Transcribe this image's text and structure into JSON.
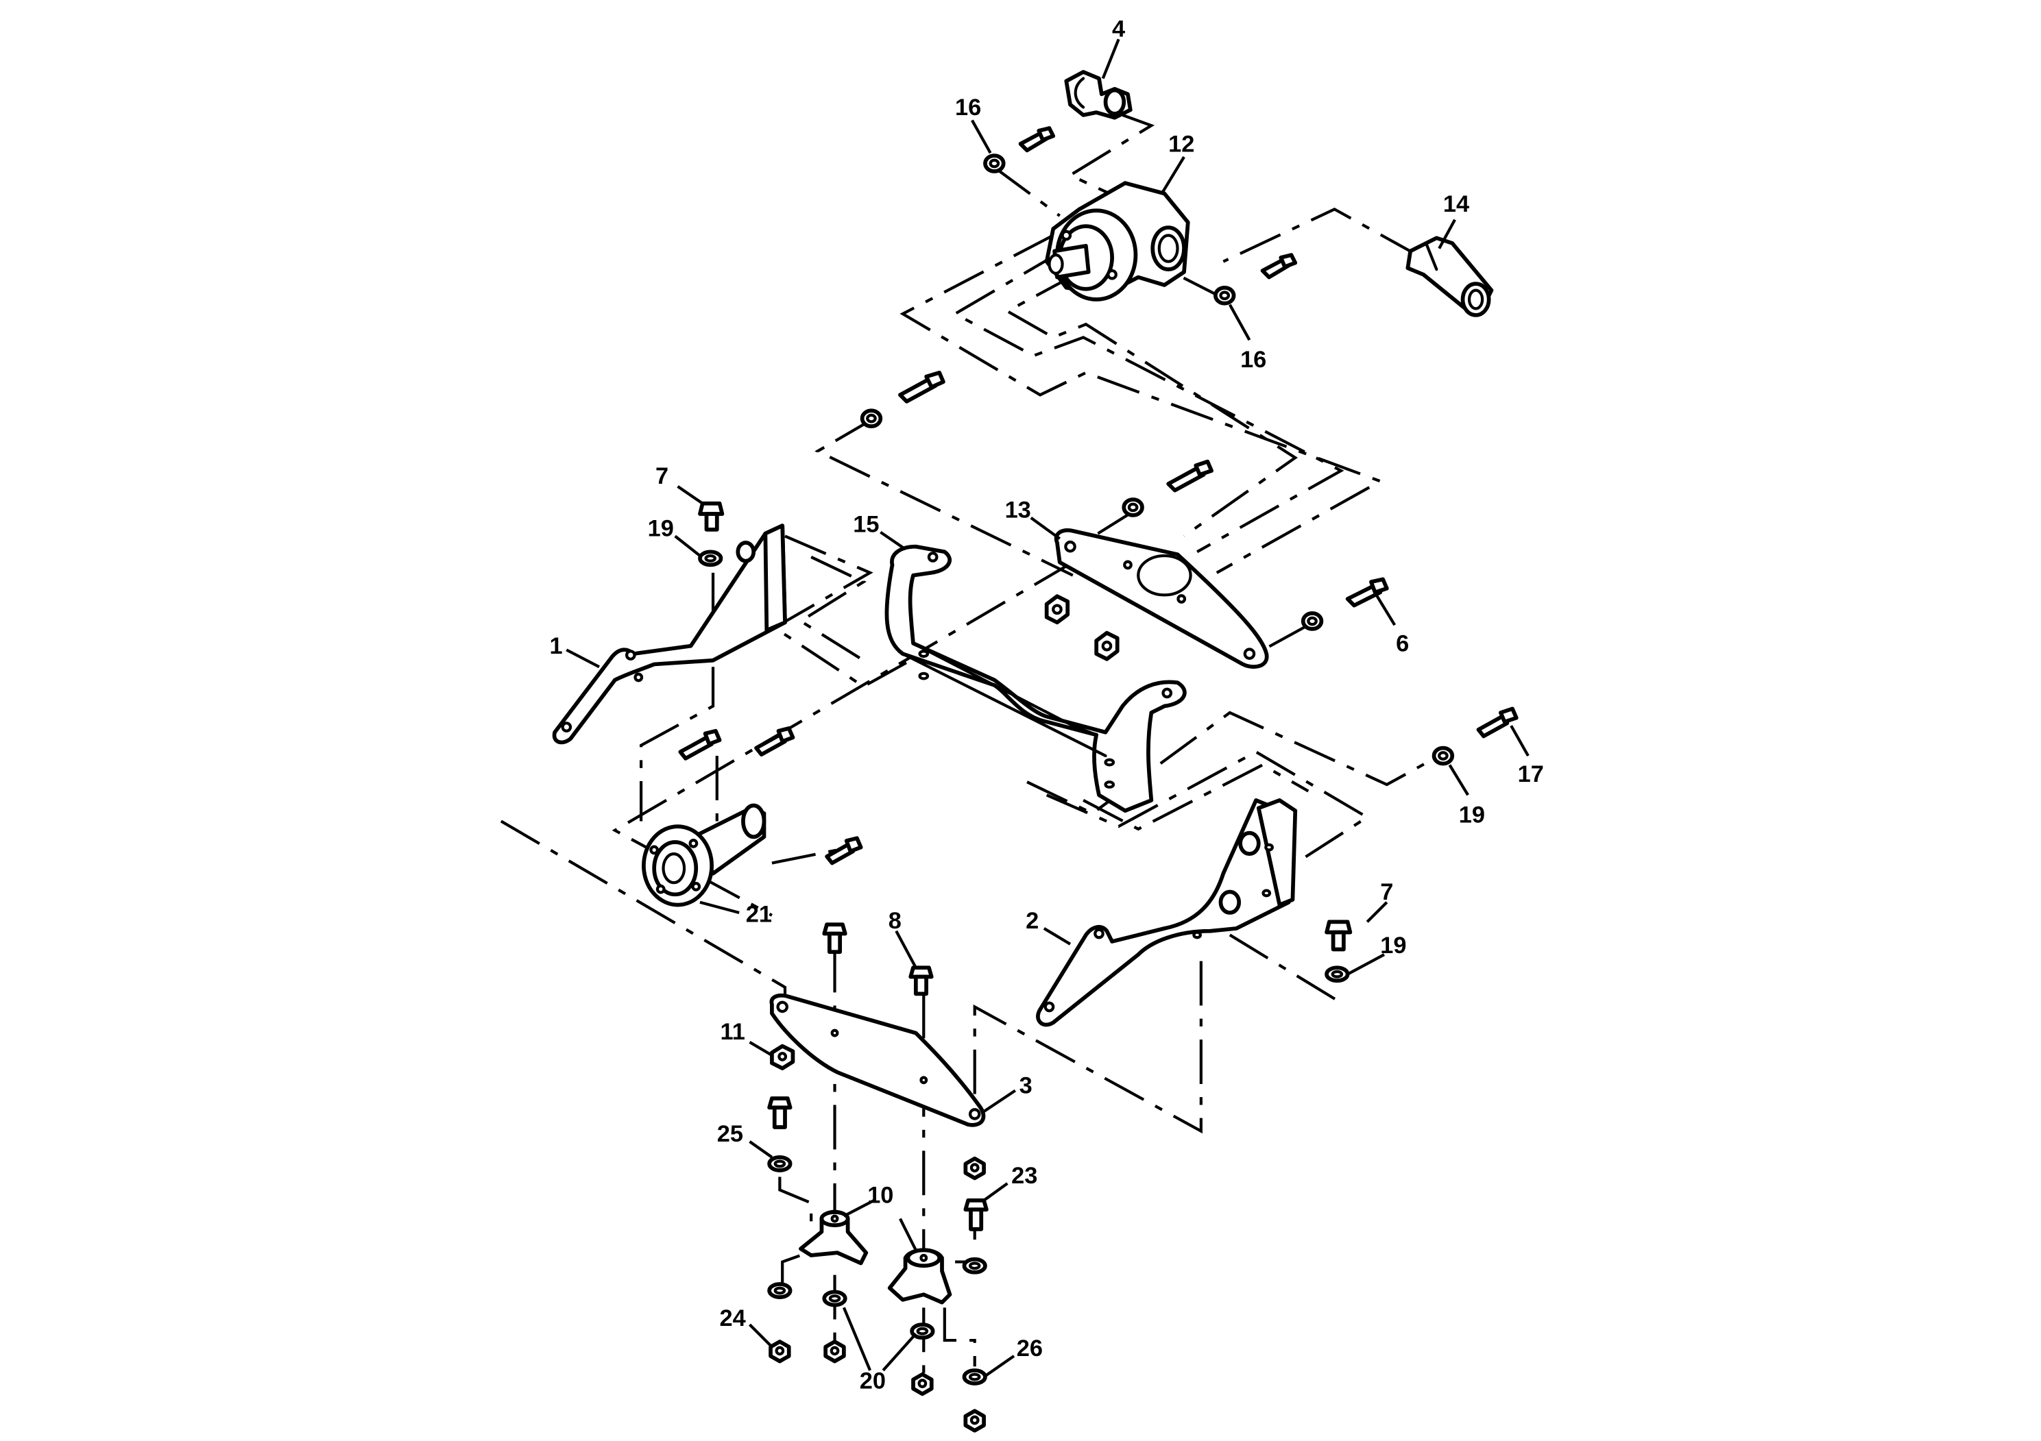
{
  "diagram": {
    "type": "exploded-parts-view",
    "line_color": "#000000",
    "background": "#ffffff",
    "callouts": [
      {
        "id": "c4",
        "label": "4"
      },
      {
        "id": "c16a",
        "label": "16"
      },
      {
        "id": "c12",
        "label": "12"
      },
      {
        "id": "c14",
        "label": "14"
      },
      {
        "id": "c16b",
        "label": "16"
      },
      {
        "id": "c7a",
        "label": "7"
      },
      {
        "id": "c19a",
        "label": "19"
      },
      {
        "id": "c15",
        "label": "15"
      },
      {
        "id": "c13",
        "label": "13"
      },
      {
        "id": "c1",
        "label": "1"
      },
      {
        "id": "c6",
        "label": "6"
      },
      {
        "id": "c17",
        "label": "17"
      },
      {
        "id": "c19b",
        "label": "19"
      },
      {
        "id": "c21",
        "label": "21"
      },
      {
        "id": "c8",
        "label": "8"
      },
      {
        "id": "c2",
        "label": "2"
      },
      {
        "id": "c7b",
        "label": "7"
      },
      {
        "id": "c19c",
        "label": "19"
      },
      {
        "id": "c11",
        "label": "11"
      },
      {
        "id": "c3",
        "label": "3"
      },
      {
        "id": "c25",
        "label": "25"
      },
      {
        "id": "c23",
        "label": "23"
      },
      {
        "id": "c10",
        "label": "10"
      },
      {
        "id": "c24",
        "label": "24"
      },
      {
        "id": "c20",
        "label": "20"
      },
      {
        "id": "c26",
        "label": "26"
      }
    ]
  }
}
